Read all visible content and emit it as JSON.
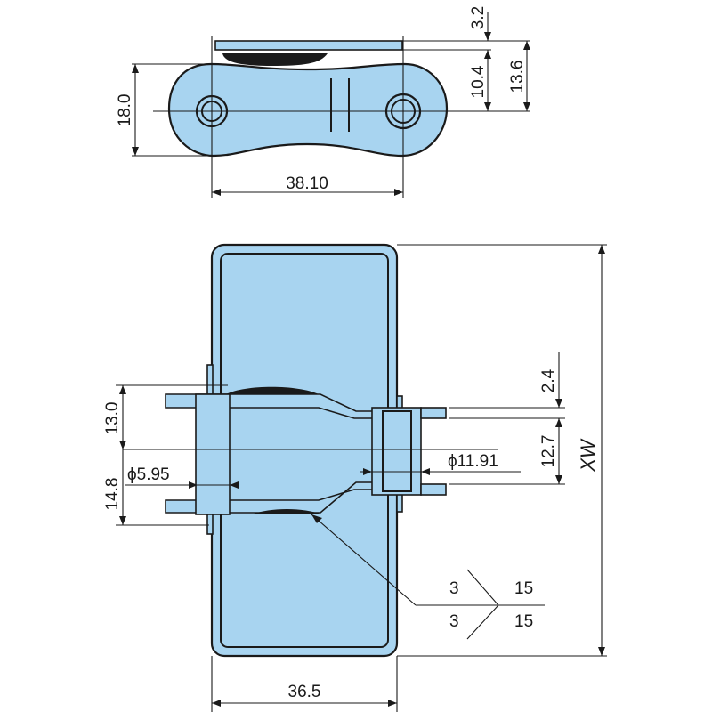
{
  "colors": {
    "part_fill": "#a8d4f0",
    "line": "#1a1a1a",
    "background": "#ffffff"
  },
  "dimensions": {
    "top_plate_thickness": "3.2",
    "pin_offset": "10.4",
    "link_half_height": "13.6",
    "link_height": "18.0",
    "pitch": "38.10",
    "upper_gap": "13.0",
    "lower_gap": "14.8",
    "pin_diameter": "ϕ5.95",
    "side_clearance": "2.4",
    "roller_offset": "12.7",
    "roller_diameter": "ϕ11.91",
    "overall_width": "XW",
    "plate_width": "36.5"
  },
  "weld_symbol": {
    "upper_left": "3",
    "upper_right": "15",
    "lower_left": "3",
    "lower_right": "15"
  }
}
